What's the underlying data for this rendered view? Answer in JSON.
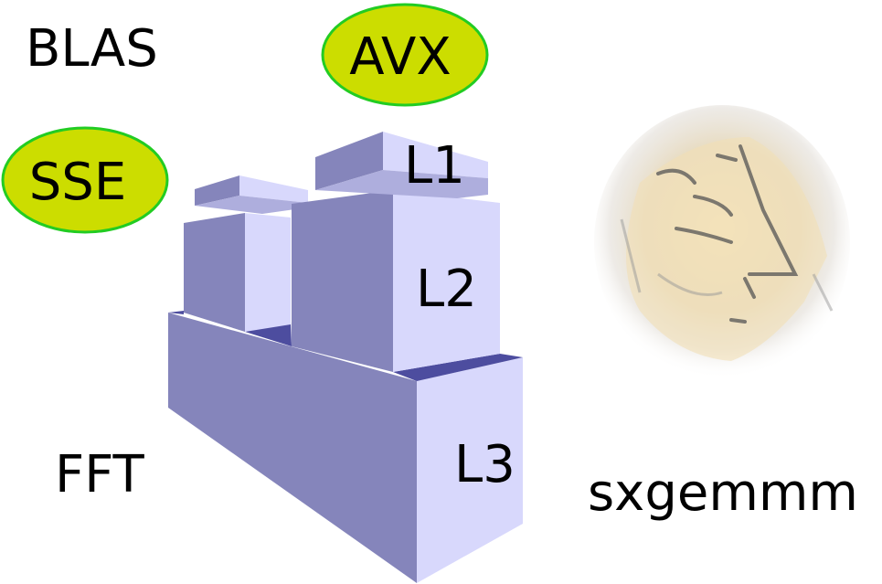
{
  "labels": {
    "blas": "BLAS",
    "avx": "AVX",
    "sse": "SSE",
    "l1": "L1",
    "l2": "L2",
    "l3": "L3",
    "fft": "FFT",
    "sxgemmm": "sxgemmm"
  },
  "colors": {
    "badge_fill": "#ccdd00",
    "badge_stroke": "#22cc22",
    "box_dark": "#8585bb",
    "box_light": "#d8d8fc",
    "box_mid": "#aeaedd",
    "box_shadow": "#4d4d9f"
  },
  "icons": {
    "sphinx": "sphinx-image"
  }
}
